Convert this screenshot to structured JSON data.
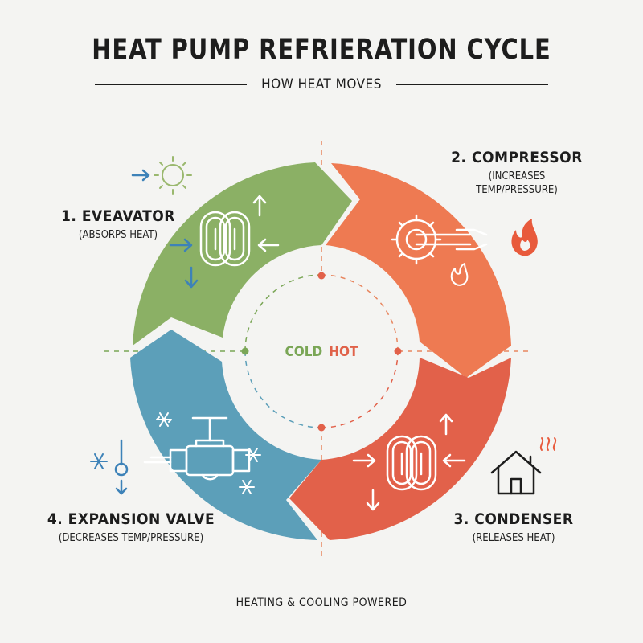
{
  "header": {
    "title": "HEAT PUMP REFRIERATION CYCLE",
    "subtitle": "HOW HEAT MOVES"
  },
  "center": {
    "cold_label": "COLD",
    "hot_label": "HOT"
  },
  "stages": [
    {
      "name": "1. EVEAVATOR",
      "description": "(ABSORPS HEAT)",
      "color": "#8bb065",
      "icon": "coil-icon"
    },
    {
      "name": "2. COMPRESSOR",
      "description_line1": "(INCREASES",
      "description_line2": "TEMP/PRESSURE)",
      "color": "#ee7a52",
      "icon": "gear-icon"
    },
    {
      "name": "3. CONDENSER",
      "description": "(RELEASES HEAT)",
      "color": "#e2614a",
      "icon": "coil-icon"
    },
    {
      "name": "4. EXPANSION VALVE",
      "description": "(DECREASES TEMP/PRESSURE)",
      "color": "#5c9fb9",
      "icon": "valve-icon"
    }
  ],
  "footer": {
    "text": "HEATING & COOLING POWERED"
  },
  "colors": {
    "green": "#8bb065",
    "orange": "#ee7a52",
    "red": "#e2614a",
    "blue": "#5c9fb9",
    "icon_blue": "#3d82b8"
  }
}
